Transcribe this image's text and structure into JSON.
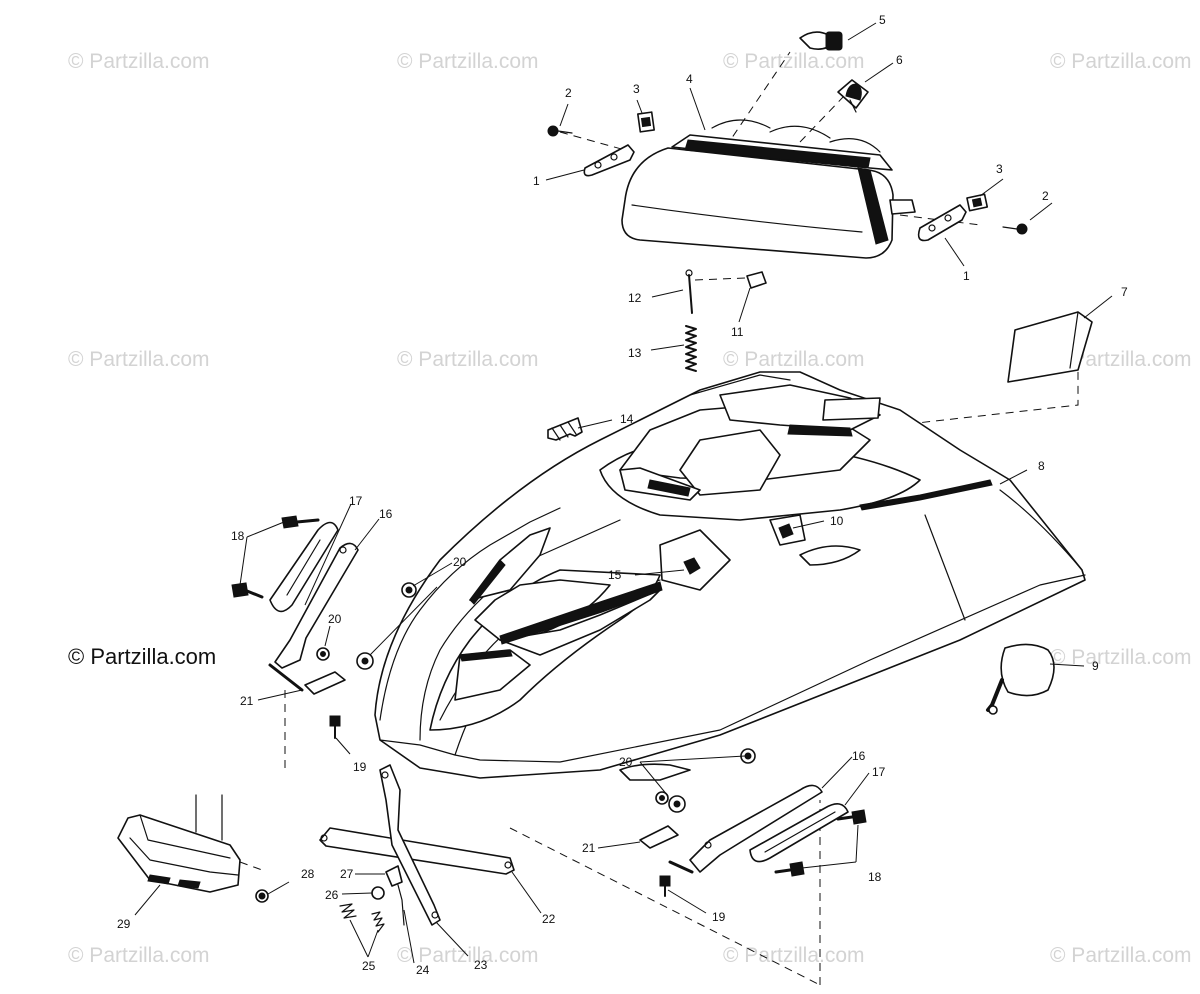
{
  "watermarks": {
    "light": "© Partzilla.com",
    "dark": "© Partzilla.com"
  },
  "callouts": {
    "n1a": "1",
    "n1b": "1",
    "n2a": "2",
    "n2b": "2",
    "n3a": "3",
    "n3b": "3",
    "n4": "4",
    "n5": "5",
    "n6": "6",
    "n7": "7",
    "n8": "8",
    "n9": "9",
    "n10": "10",
    "n11": "11",
    "n12": "12",
    "n13": "13",
    "n14": "14",
    "n15": "15",
    "n16a": "16",
    "n16b": "16",
    "n17a": "17",
    "n17b": "17",
    "n18a": "18",
    "n18b": "18",
    "n19a": "19",
    "n19b": "19",
    "n20a": "20",
    "n20b": "20",
    "n20c": "20",
    "n21a": "21",
    "n21b": "21",
    "n22": "22",
    "n23": "23",
    "n24": "24",
    "n25": "25",
    "n26": "26",
    "n27": "27",
    "n28": "28",
    "n29": "29"
  },
  "colors": {
    "line": "#111111",
    "watermark": "#d3d3d3",
    "background": "#ffffff"
  }
}
